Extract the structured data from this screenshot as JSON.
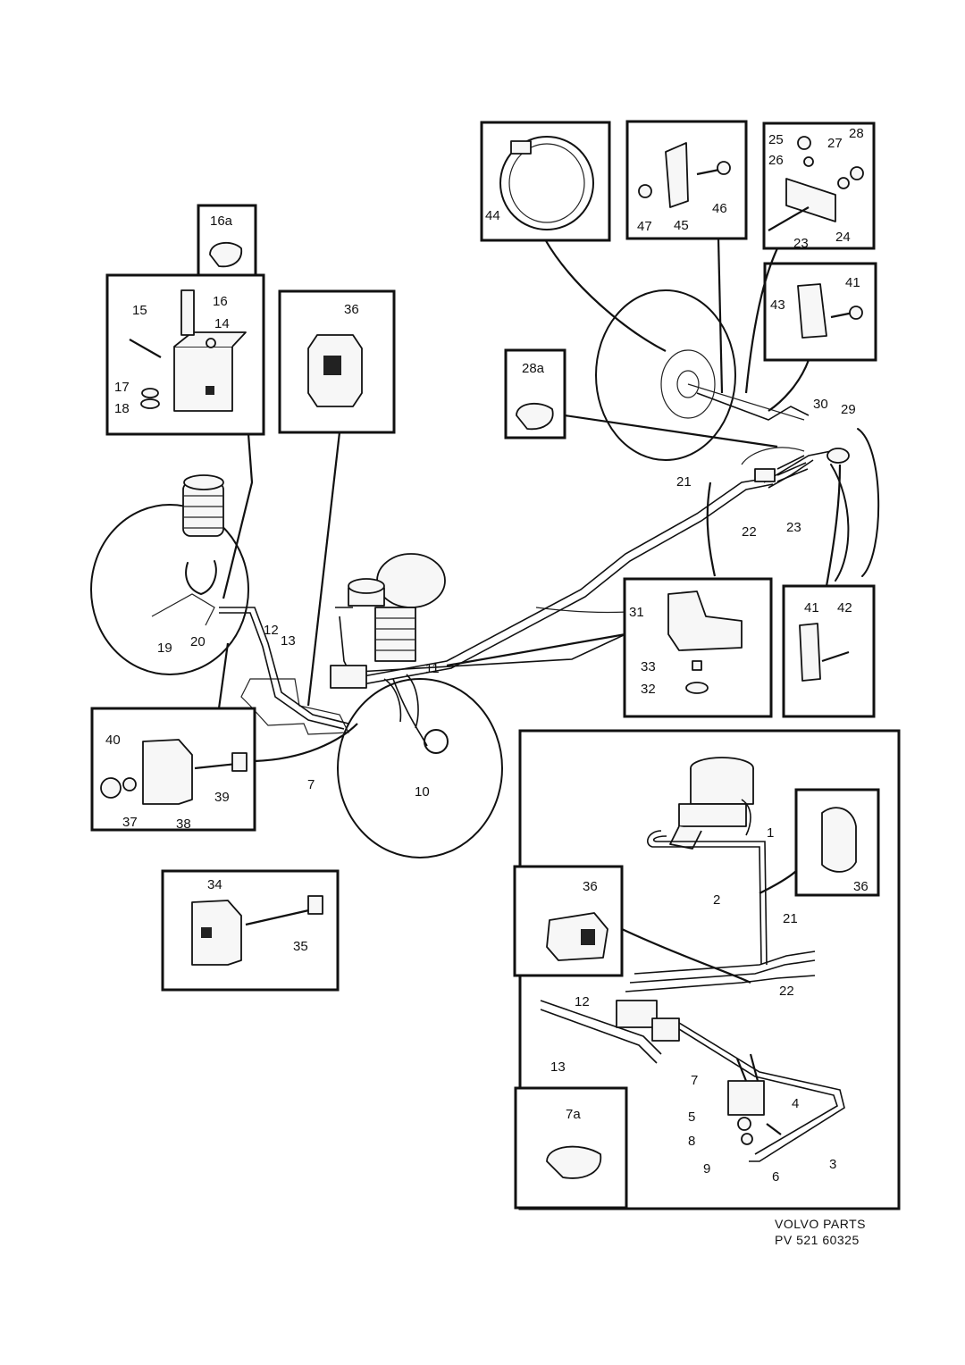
{
  "labels": {
    "l1": "1",
    "l2": "2",
    "l3": "3",
    "l4": "4",
    "l5": "5",
    "l6": "6",
    "l7": "7",
    "l7b": "7",
    "l7a": "7a",
    "l8": "8",
    "l9": "9",
    "l10": "10",
    "l11": "11",
    "l12": "12",
    "l12b": "12",
    "l13": "13",
    "l13b": "13",
    "l14": "14",
    "l15": "15",
    "l16": "16",
    "l16a": "16a",
    "l17": "17",
    "l18": "18",
    "l19": "19",
    "l20": "20",
    "l21": "21",
    "l21b": "21",
    "l22": "22",
    "l22b": "22",
    "l23": "23",
    "l23b": "23",
    "l24": "24",
    "l25": "25",
    "l26": "26",
    "l27": "27",
    "l28": "28",
    "l28a": "28a",
    "l29": "29",
    "l30": "30",
    "l31": "31",
    "l32": "32",
    "l33": "33",
    "l34": "34",
    "l35": "35",
    "l36": "36",
    "l36b": "36",
    "l36c": "36",
    "l37": "37",
    "l38": "38",
    "l39": "39",
    "l40": "40",
    "l41": "41",
    "l41b": "41",
    "l42": "42",
    "l43": "43",
    "l44": "44",
    "l45": "45",
    "l46": "46",
    "l47": "47"
  },
  "footer": {
    "line1": "VOLVO PARTS",
    "line2": "PV 521 60325"
  }
}
